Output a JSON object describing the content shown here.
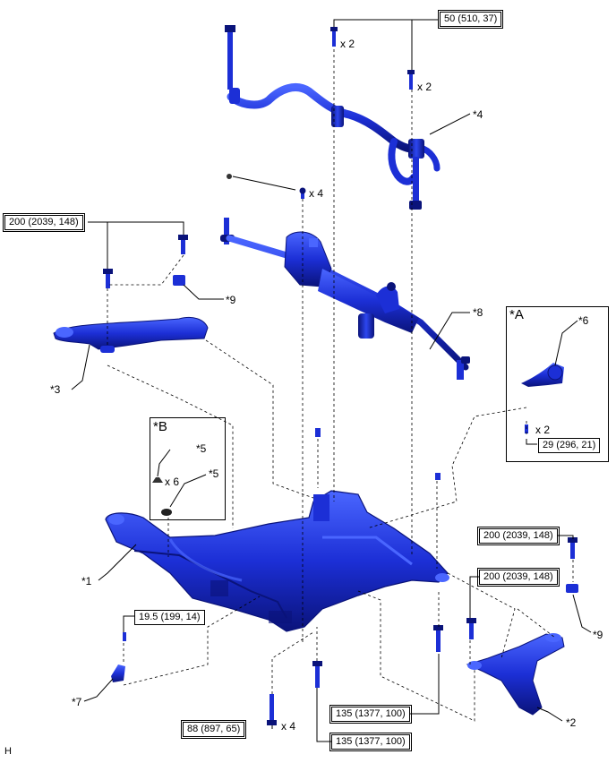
{
  "labels": {
    "p1": "*1",
    "p2": "*2",
    "p3": "*3",
    "p4": "*4",
    "p5a": "*5",
    "p5b": "*5",
    "p6": "*6",
    "p7": "*7",
    "p8": "*8",
    "p9a": "*9",
    "p9b": "*9",
    "inset_a": "*A",
    "inset_b": "*B",
    "corner": "H"
  },
  "quantities": {
    "q_top1": "x 2",
    "q_top2": "x 2",
    "q_rack": "x 4",
    "q_b": "x 6",
    "q_a": "x 2",
    "q_bottom": "x 4"
  },
  "torques": {
    "t_top": "50 (510, 37)",
    "t_left": "200 (2039, 148)",
    "t_inset_a": "29 (296, 21)",
    "t_right1": "200 (2039, 148)",
    "t_right2": "200 (2039, 148)",
    "t_small": "19.5 (199, 14)",
    "t_mid1": "135 (1377, 100)",
    "t_mid2": "135 (1377, 100)",
    "t_bottom": "88 (897, 65)"
  },
  "colors": {
    "part_blue": "#1c2fd6",
    "part_dark": "#0a137a",
    "part_light": "#4a66ff",
    "line": "#000000"
  }
}
